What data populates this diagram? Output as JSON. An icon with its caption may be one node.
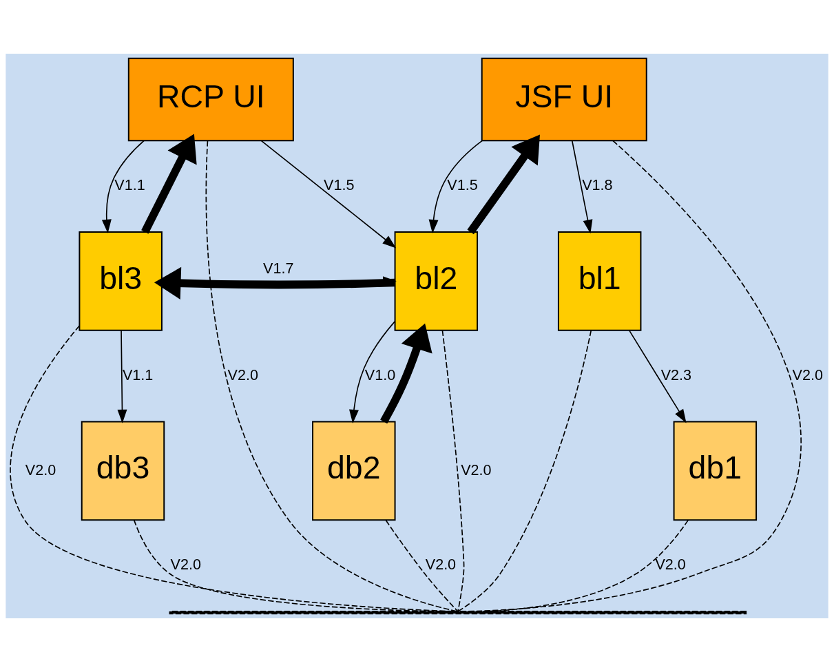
{
  "diagram": {
    "nodes": [
      {
        "text": [
          "RCP UI"
        ]
      },
      {
        "text": [
          "JSF UI"
        ]
      },
      {
        "text": [
          "bl3"
        ]
      },
      {
        "text": [
          "bl1"
        ]
      },
      {
        "text": [
          "bl2"
        ]
      },
      {
        "text": [
          "db3"
        ]
      },
      {
        "text": [
          "db1"
        ]
      },
      {
        "text": [
          "db2"
        ]
      },
      {
        "text": [],
        "shape": "bar"
      }
    ],
    "edges": [
      {
        "from": 0,
        "to": 2,
        "arrow": "to",
        "label": "V1.1"
      },
      {
        "from": 0,
        "to": 4,
        "arrow": "to",
        "label": "V1.5"
      },
      {
        "from": 1,
        "to": 3,
        "arrow": "to",
        "label": "V1.8"
      },
      {
        "from": 1,
        "to": 4,
        "arrow": "to",
        "label": "V1.5"
      },
      {
        "from": 2,
        "to": 5,
        "arrow": "to",
        "label": "V1.1"
      },
      {
        "from": 2,
        "to": 4,
        "arrow": "to",
        "label": "V1.7"
      },
      {
        "from": 4,
        "to": 7,
        "arrow": "to",
        "label": "V1.0"
      },
      {
        "from": 3,
        "to": 6,
        "arrow": "to",
        "label": "V2.3"
      },
      {
        "from": 2,
        "to": 0,
        "arrow": "to",
        "style": "thick"
      },
      {
        "from": 4,
        "to": 1,
        "arrow": "to",
        "style": "thick"
      },
      {
        "from": 4,
        "to": 2,
        "arrow": "to",
        "style": "thick"
      },
      {
        "from": 7,
        "to": 4,
        "arrow": "to",
        "style": "thick"
      },
      {
        "from": 0,
        "to": 8,
        "arrow": "none",
        "style": "dashed",
        "label": "V2.0"
      },
      {
        "from": 1,
        "to": 8,
        "arrow": "none",
        "style": "dashed",
        "label": "V2.0"
      },
      {
        "from": 2,
        "to": 8,
        "arrow": "none",
        "style": "dashed",
        "label": "V2.0"
      },
      {
        "from": 3,
        "to": 8,
        "arrow": "none",
        "style": "dashed"
      },
      {
        "from": 4,
        "to": 8,
        "arrow": "none",
        "style": "dashed",
        "label": "V2.0"
      },
      {
        "from": 5,
        "to": 8,
        "arrow": "none",
        "style": "dashed",
        "label": "V2.0"
      },
      {
        "from": 6,
        "to": 8,
        "arrow": "none",
        "style": "dashed",
        "label": "V2.0"
      },
      {
        "from": 7,
        "to": 8,
        "arrow": "none",
        "style": "dashed",
        "label": "V2.0"
      }
    ]
  }
}
